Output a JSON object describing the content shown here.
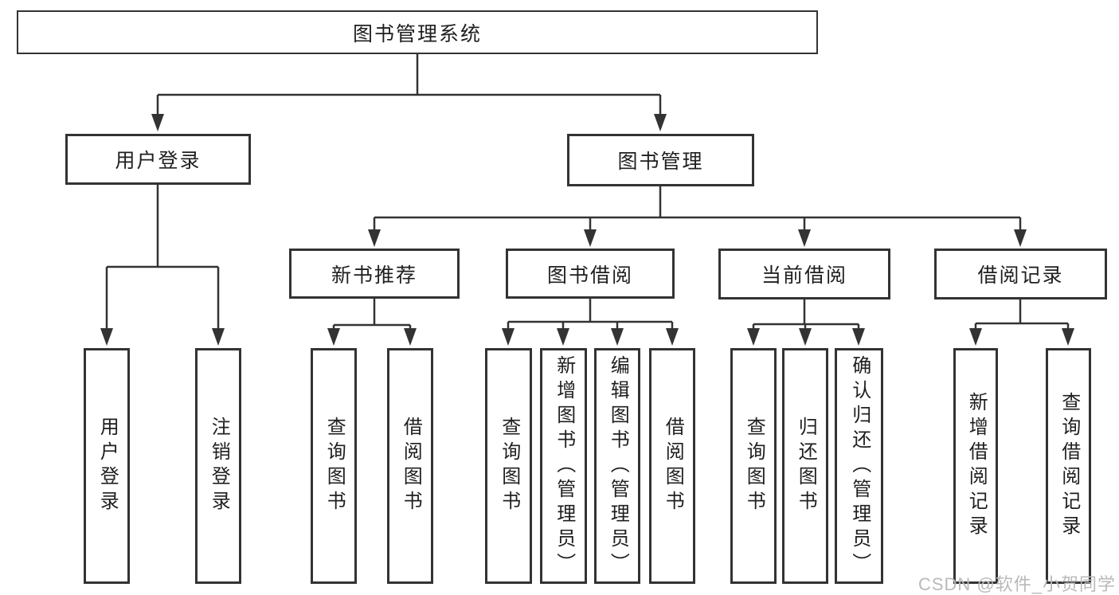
{
  "diagram": {
    "watermark": "CSDN @软件_小贺同学",
    "colors": {
      "line": "#333333",
      "text": "#1f1f1f",
      "background": "#ffffff",
      "watermark": "#b9b9b9"
    },
    "tree": {
      "label": "图书管理系统",
      "children": [
        {
          "label": "用户登录",
          "children": [
            {
              "label": "用户登录"
            },
            {
              "label": "注销登录"
            }
          ]
        },
        {
          "label": "图书管理",
          "children": [
            {
              "label": "新书推荐",
              "children": [
                {
                  "label": "查询图书"
                },
                {
                  "label": "借阅图书"
                }
              ]
            },
            {
              "label": "图书借阅",
              "children": [
                {
                  "label": "查询图书"
                },
                {
                  "label": "新增图书（管理员）"
                },
                {
                  "label": "编辑图书（管理员）"
                },
                {
                  "label": "借阅图书"
                }
              ]
            },
            {
              "label": "当前借阅",
              "children": [
                {
                  "label": "查询图书"
                },
                {
                  "label": "归还图书"
                },
                {
                  "label": "确认归还（管理员）"
                }
              ]
            },
            {
              "label": "借阅记录",
              "children": [
                {
                  "label": "新增借阅记录"
                },
                {
                  "label": "查询借阅记录"
                }
              ]
            }
          ]
        }
      ]
    }
  }
}
